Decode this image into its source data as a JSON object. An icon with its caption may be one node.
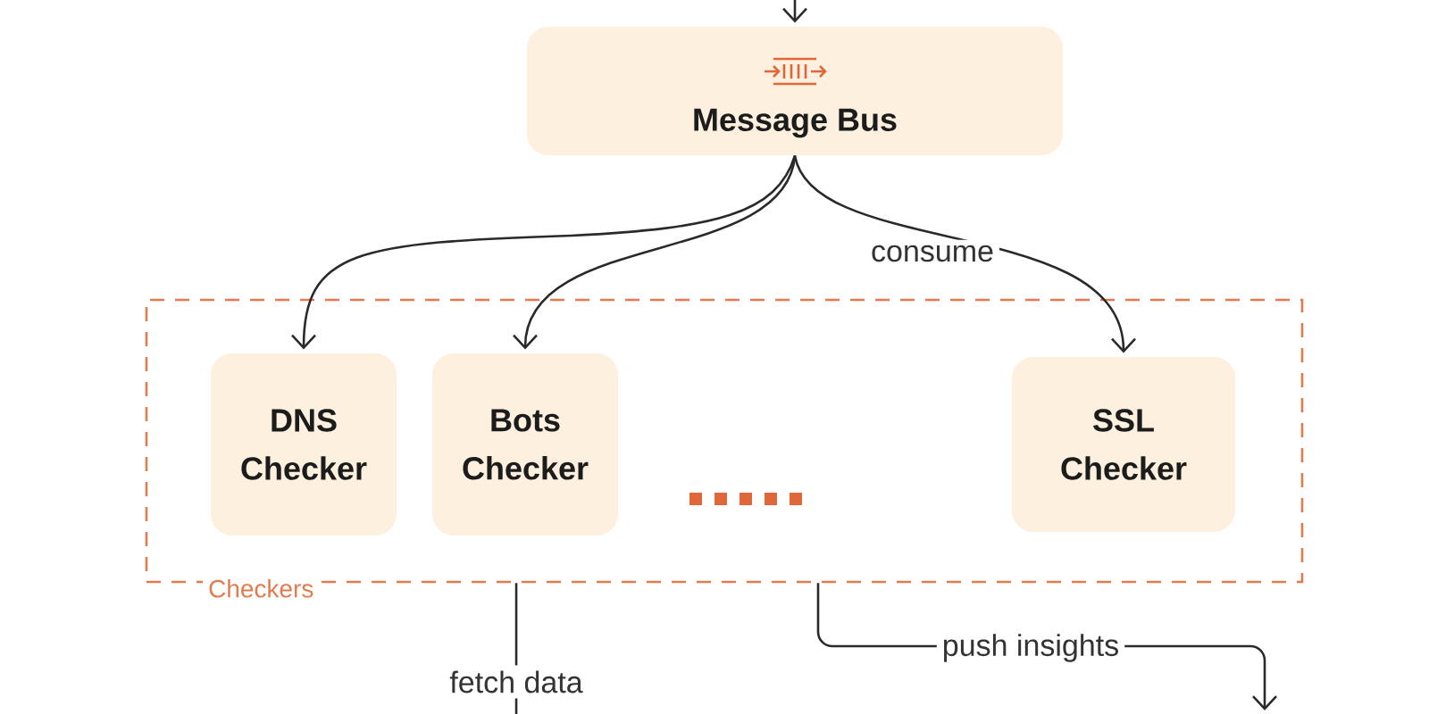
{
  "diagram": {
    "nodes": [
      {
        "text": [
          "Message Bus"
        ]
      },
      {
        "text": [
          "Checkers"
        ]
      },
      {
        "text": [
          "DNS Checker"
        ],
        "in": 1
      },
      {
        "text": [
          "Bots Checker"
        ],
        "in": 1
      },
      {
        "text": [
          "SSL Checker"
        ],
        "in": 1
      }
    ],
    "edges": [
      {
        "from": null,
        "to": 0,
        "arrow": "to"
      },
      {
        "from": 0,
        "to": 2,
        "arrow": "to"
      },
      {
        "from": 0,
        "to": 3,
        "arrow": "to"
      },
      {
        "from": 0,
        "to": 4,
        "arrow": "to",
        "label": "consume"
      },
      {
        "from": 1,
        "to": null,
        "arrow": "none",
        "label": "fetch data"
      },
      {
        "from": 1,
        "to": null,
        "arrow": "to",
        "label": "push insights"
      }
    ]
  }
}
